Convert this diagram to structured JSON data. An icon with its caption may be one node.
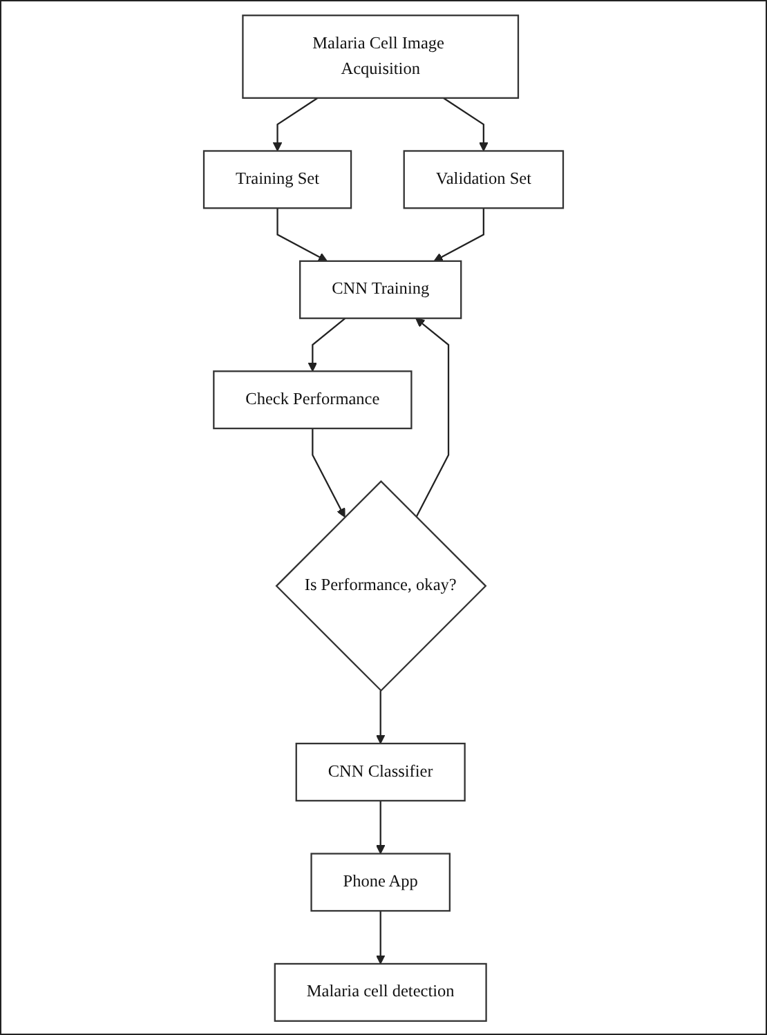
{
  "diagram": {
    "nodes": [
      {
        "text": [
          "Malaria Cell Image Acquisition"
        ]
      },
      {
        "text": [
          "Training Set"
        ]
      },
      {
        "text": [
          "Validation Set"
        ]
      },
      {
        "text": [
          "CNN Training"
        ]
      },
      {
        "text": [
          "Check Performance"
        ]
      },
      {
        "text": [
          "Is Performance, okay?"
        ]
      },
      {
        "text": [
          "CNN Classifier"
        ]
      },
      {
        "text": [
          "Phone App"
        ]
      },
      {
        "text": [
          "Malaria cell detection"
        ]
      }
    ],
    "edges": [
      {
        "from": 0,
        "to": 1,
        "arrow": "to"
      },
      {
        "from": 0,
        "to": 2,
        "arrow": "to"
      },
      {
        "from": 1,
        "to": 3,
        "arrow": "to"
      },
      {
        "from": 2,
        "to": 3,
        "arrow": "to"
      },
      {
        "from": 3,
        "to": 4,
        "arrow": "to"
      },
      {
        "from": 4,
        "to": 5,
        "arrow": "to"
      },
      {
        "from": 5,
        "to": 3,
        "arrow": "to"
      },
      {
        "from": 5,
        "to": 6,
        "arrow": "to"
      },
      {
        "from": 6,
        "to": 7,
        "arrow": "to"
      },
      {
        "from": 7,
        "to": 8,
        "arrow": "to"
      }
    ]
  }
}
